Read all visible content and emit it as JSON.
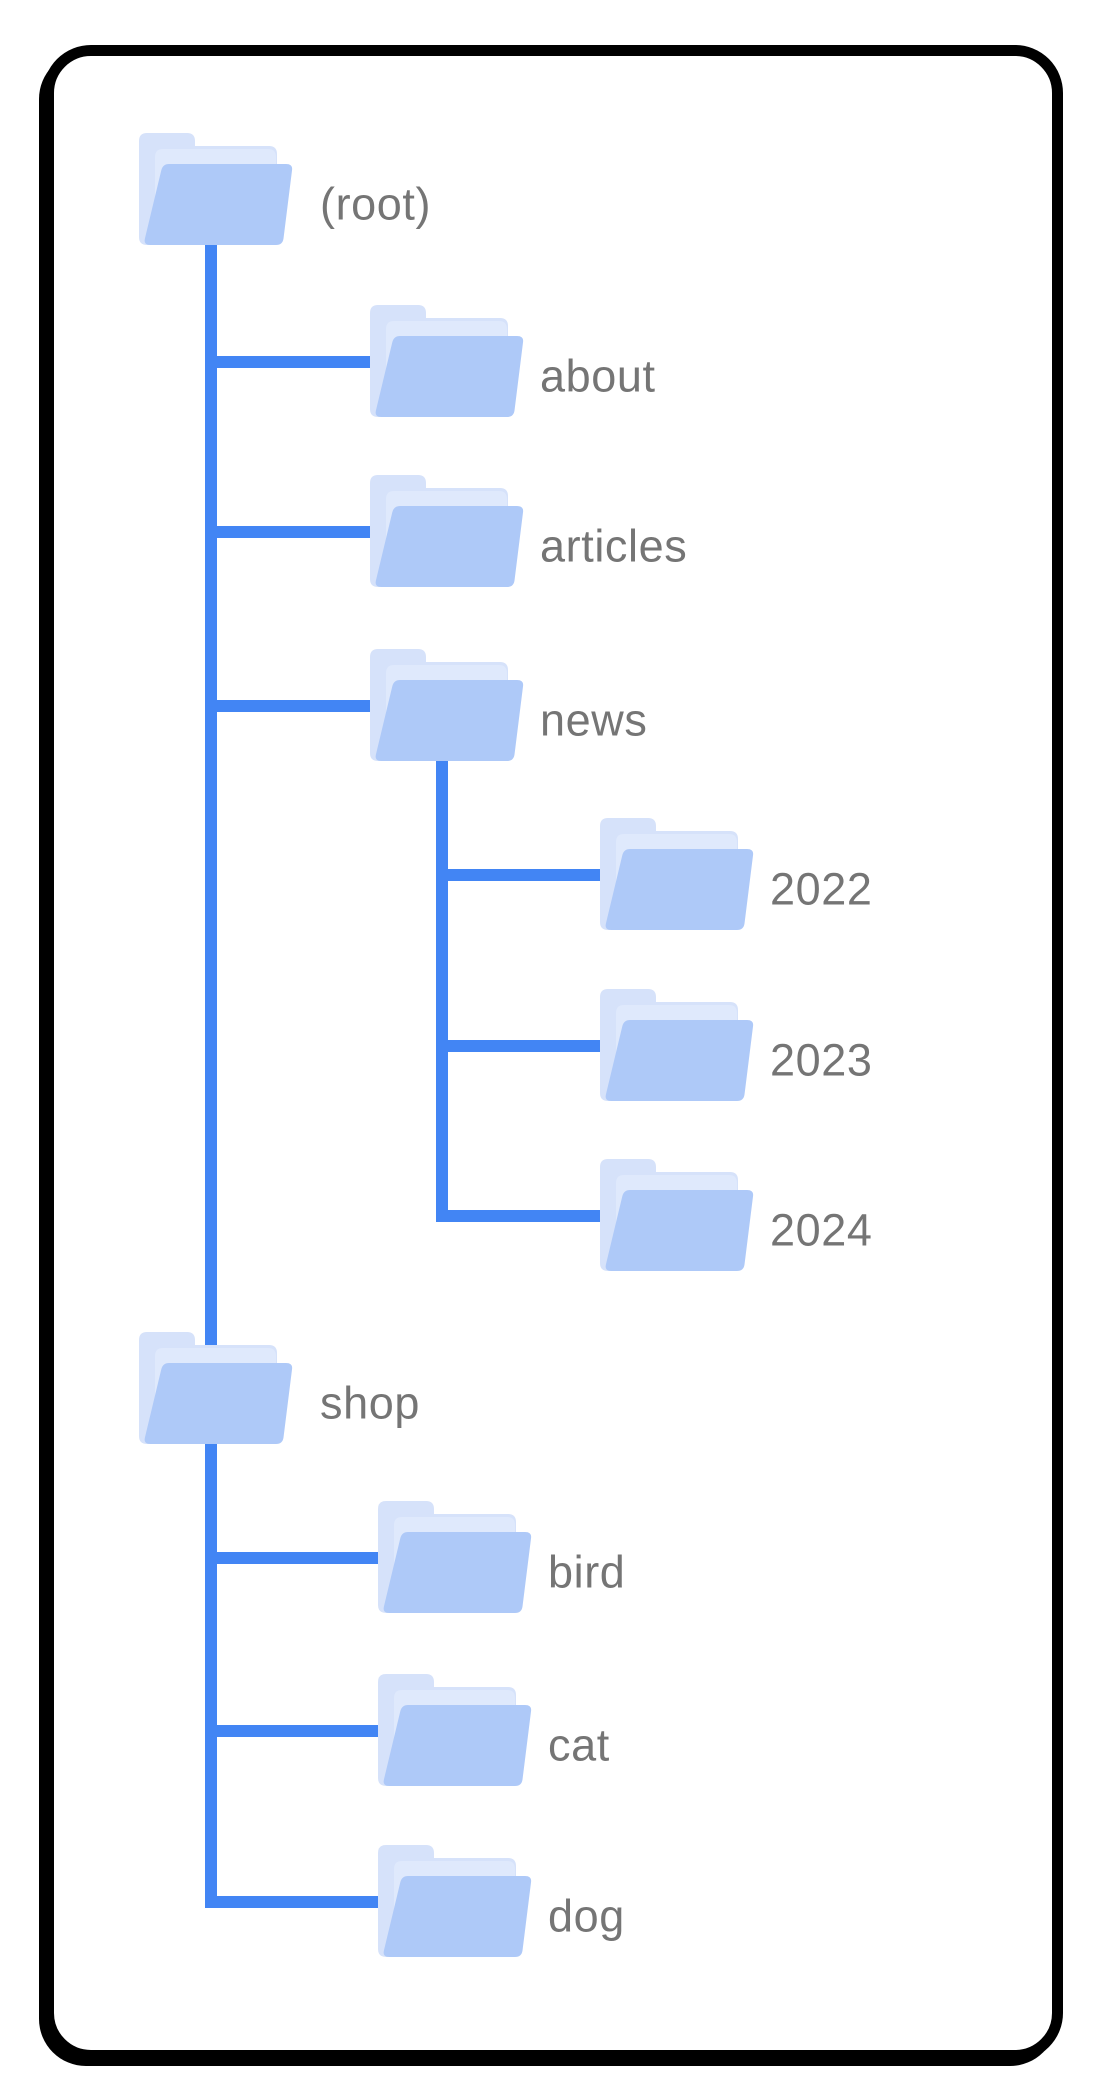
{
  "figure": {
    "type": "folder-tree-diagram",
    "card": {
      "background": "#ffffff",
      "border_color": "#000000"
    },
    "colors": {
      "connector": "#4285f4",
      "label": "#757575",
      "folder_back": "#d6e2fa",
      "folder_middle": "#dfe9fc",
      "folder_front": "#aec9f8"
    }
  },
  "tree": {
    "label": "(root)",
    "children": [
      {
        "label": "about",
        "children": []
      },
      {
        "label": "articles",
        "children": []
      },
      {
        "label": "news",
        "children": [
          {
            "label": "2022",
            "children": []
          },
          {
            "label": "2023",
            "children": []
          },
          {
            "label": "2024",
            "children": []
          }
        ]
      },
      {
        "label": "shop",
        "children": [
          {
            "label": "bird",
            "children": []
          },
          {
            "label": "cat",
            "children": []
          },
          {
            "label": "dog",
            "children": []
          }
        ]
      }
    ]
  }
}
